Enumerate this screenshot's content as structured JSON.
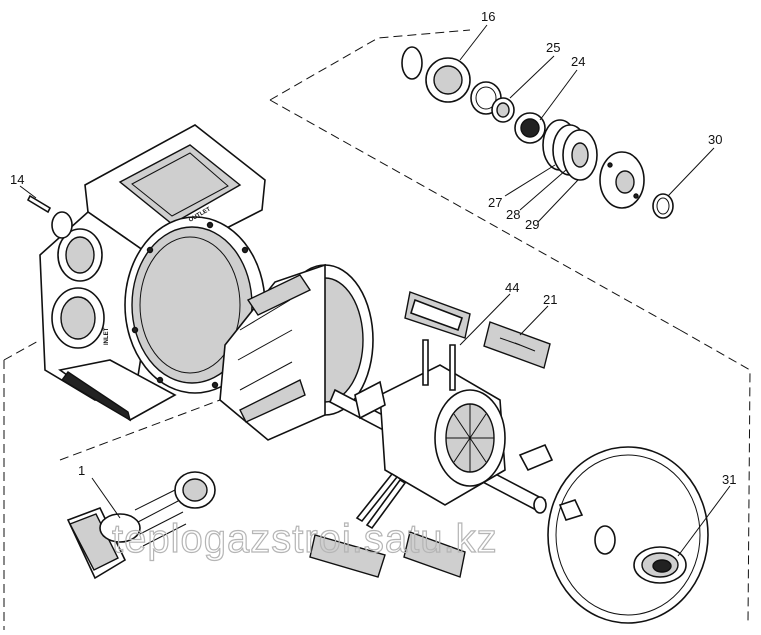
{
  "callouts": {
    "c16": "16",
    "c25": "25",
    "c24": "24",
    "c30": "30",
    "c14": "14",
    "c27": "27",
    "c28": "28",
    "c29": "29",
    "c44": "44",
    "c21": "21",
    "c1": "1",
    "c31": "31"
  },
  "casing_stamps": {
    "outlet": "OUTLET",
    "inlet": "INLET"
  },
  "watermark": "teplogazstroi.satu.kz"
}
